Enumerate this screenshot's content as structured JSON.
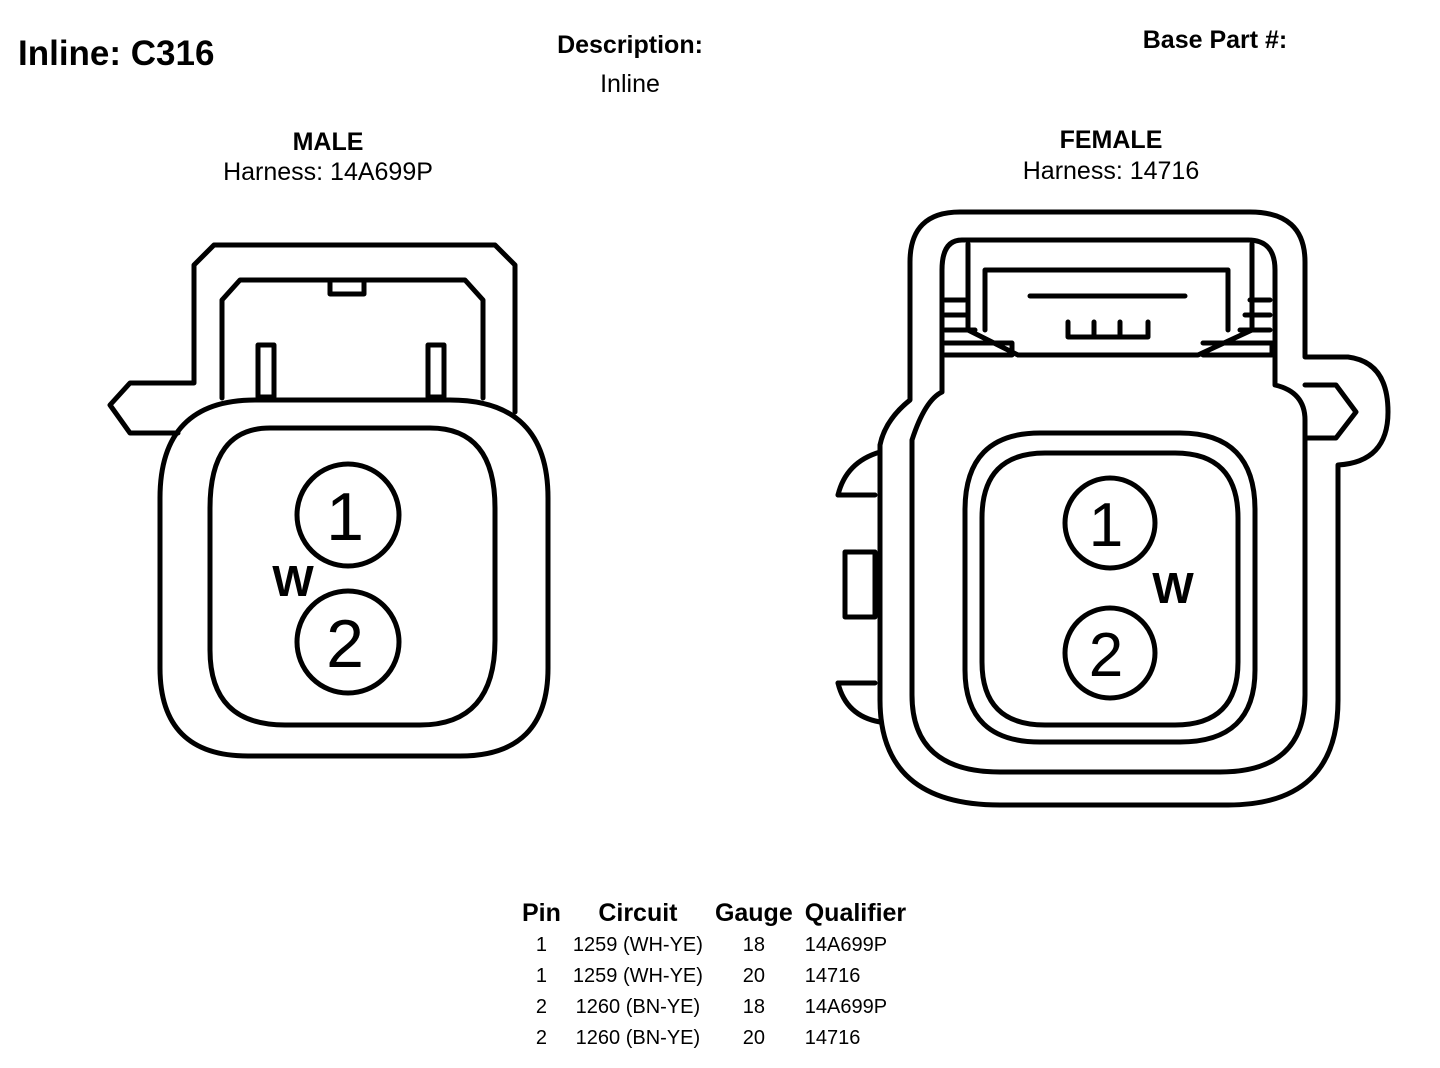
{
  "header": {
    "title": "Inline: C316",
    "description_label": "Description:",
    "description_value": "Inline",
    "base_part_label": "Base Part #:"
  },
  "male": {
    "label": "MALE",
    "harness": "Harness: 14A699P",
    "pins": [
      "1",
      "2"
    ],
    "key_mark": "W"
  },
  "female": {
    "label": "FEMALE",
    "harness": "Harness: 14716",
    "pins": [
      "1",
      "2"
    ],
    "key_mark": "W"
  },
  "pin_table": {
    "headers": [
      "Pin",
      "Circuit",
      "Gauge",
      "Qualifier"
    ],
    "rows": [
      [
        "1",
        "1259 (WH-YE)",
        "18",
        "14A699P"
      ],
      [
        "1",
        "1259 (WH-YE)",
        "20",
        "14716"
      ],
      [
        "2",
        "1260 (BN-YE)",
        "18",
        "14A699P"
      ],
      [
        "2",
        "1260 (BN-YE)",
        "20",
        "14716"
      ]
    ]
  },
  "colors": {
    "line": "#000000",
    "background": "#ffffff"
  }
}
